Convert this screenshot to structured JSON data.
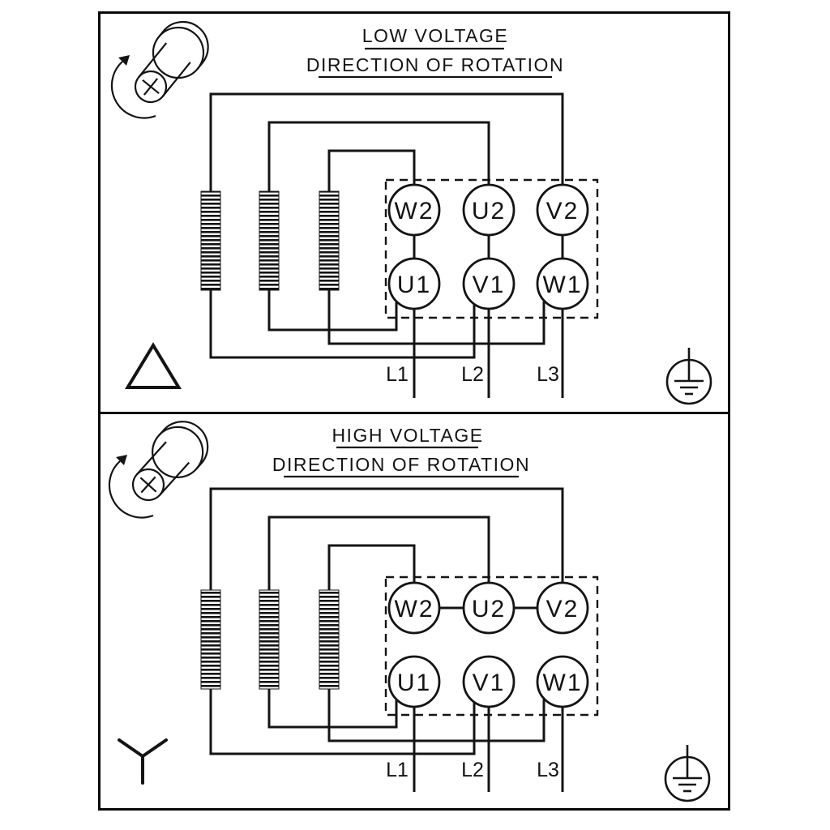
{
  "colors": {
    "background": "#ffffff",
    "foreground": "#141414"
  },
  "panels": [
    {
      "name": "low-voltage",
      "title": "LOW VOLTAGE",
      "subtitle": "DIRECTION OF ROTATION",
      "connection_type": "delta",
      "terminals_top": [
        "W2",
        "U2",
        "V2"
      ],
      "terminals_bottom": [
        "U1",
        "V1",
        "W1"
      ],
      "supply_lines": [
        "L1",
        "L2",
        "L3"
      ]
    },
    {
      "name": "high-voltage",
      "title": "HIGH VOLTAGE",
      "subtitle": "DIRECTION OF ROTATION",
      "connection_type": "star",
      "terminals_top": [
        "W2",
        "U2",
        "V2"
      ],
      "terminals_bottom": [
        "U1",
        "V1",
        "W1"
      ],
      "supply_lines": [
        "L1",
        "L2",
        "L3"
      ]
    }
  ],
  "icons": {
    "rotation": "motor-shaft-with-rotation-arrow",
    "delta": "delta-triangle-connection",
    "star": "star-wye-connection",
    "ground": "protective-earth-ground"
  }
}
